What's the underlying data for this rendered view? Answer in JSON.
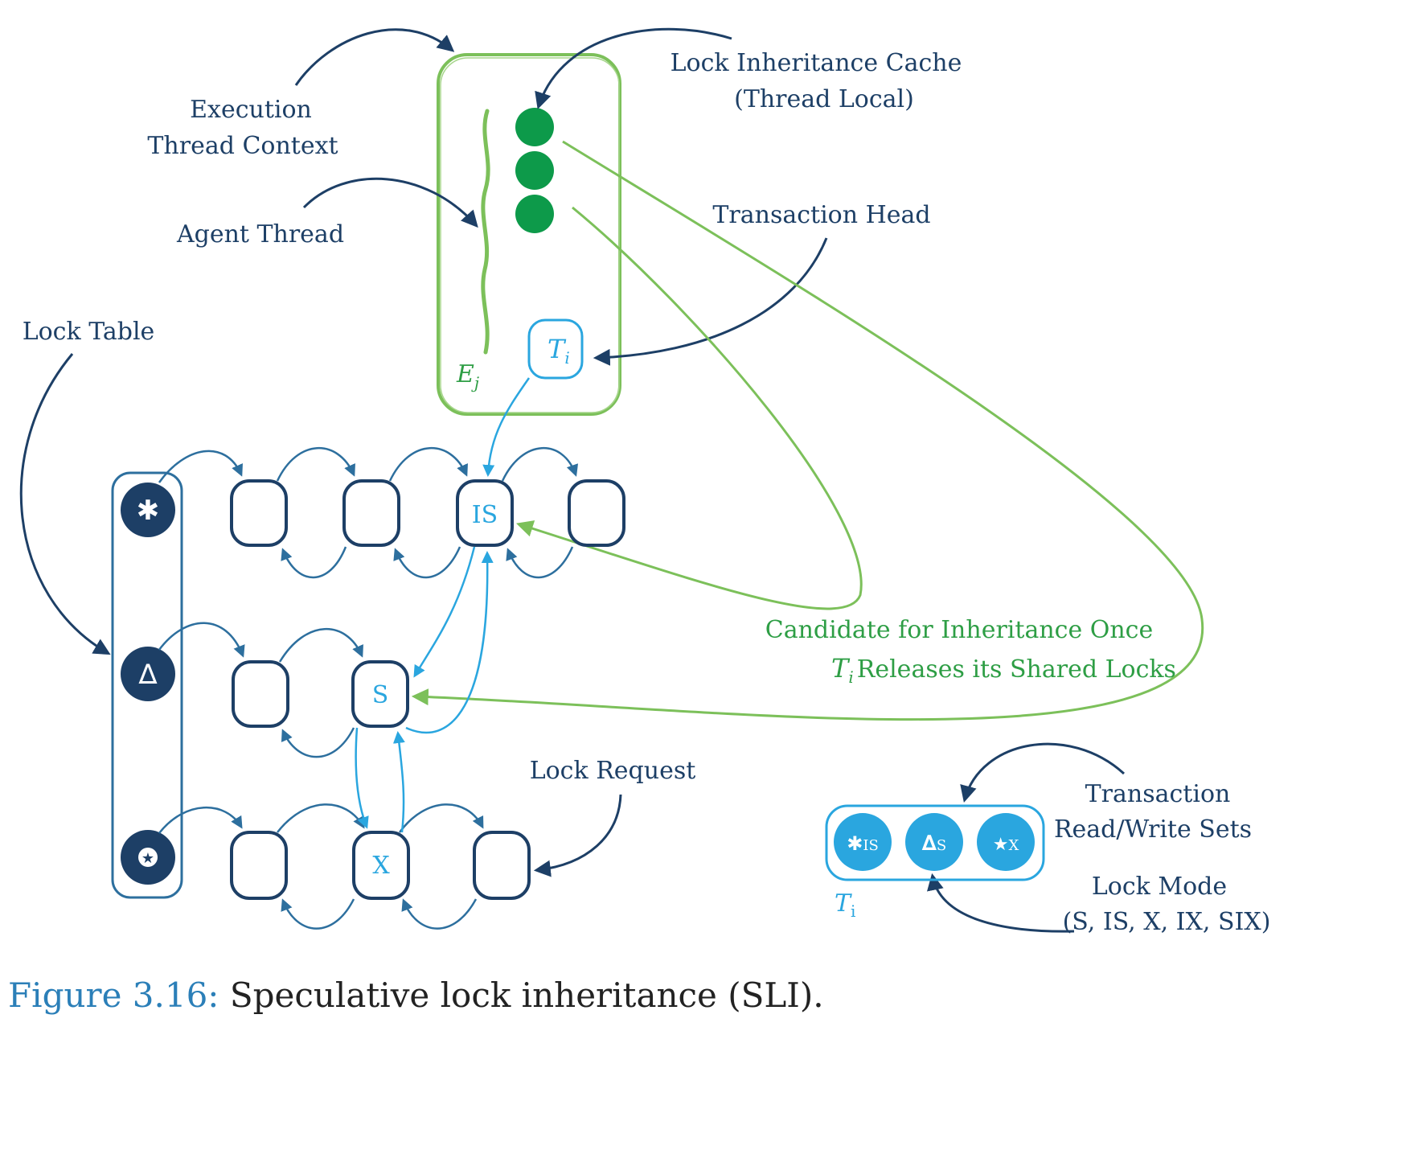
{
  "colors": {
    "navy": "#1d3f66",
    "blue": "#2aa6df",
    "green": "#2e9e45",
    "light_green": "#7cc05a",
    "caption_blue": "#2b7fb8",
    "caption_text": "#222222"
  },
  "labels": {
    "execution_thread_context": [
      "Execution",
      "Thread Context"
    ],
    "agent_thread": "Agent Thread",
    "lock_inheritance_cache": [
      "Lock Inheritance Cache",
      "(Thread Local)"
    ],
    "transaction_head": "Transaction Head",
    "lock_table": "Lock Table",
    "candidate": [
      "Candidate for Inheritance Once",
      "Releases its Shared Locks"
    ],
    "candidate_ti": "T",
    "candidate_ti_sub": "i",
    "lock_request": "Lock Request",
    "transaction_rw_sets": [
      "Transaction",
      "Read/Write Sets"
    ],
    "lock_mode": [
      "Lock Mode",
      "(S, IS, X, IX, SIX)"
    ]
  },
  "context": {
    "ej_main": "E",
    "ej_sub": "j",
    "ti_main": "T",
    "ti_sub": "i"
  },
  "lock_table_icons": [
    "asterisk-icon",
    "triangle-icon",
    "star-circle-icon"
  ],
  "lock_table_glyphs": [
    "✱",
    "∆",
    "★"
  ],
  "queue_labels": {
    "is": "IS",
    "s": "S",
    "x": "X"
  },
  "rw_set": {
    "items": [
      {
        "glyph": "✱",
        "mode": "IS"
      },
      {
        "glyph": "∆",
        "mode": "S"
      },
      {
        "glyph": "★",
        "mode": "X"
      }
    ],
    "ti_main": "T",
    "ti_sub": "i"
  },
  "caption": {
    "prefix": "Figure 3.16:",
    "text": " Speculative lock inheritance (SLI)."
  }
}
